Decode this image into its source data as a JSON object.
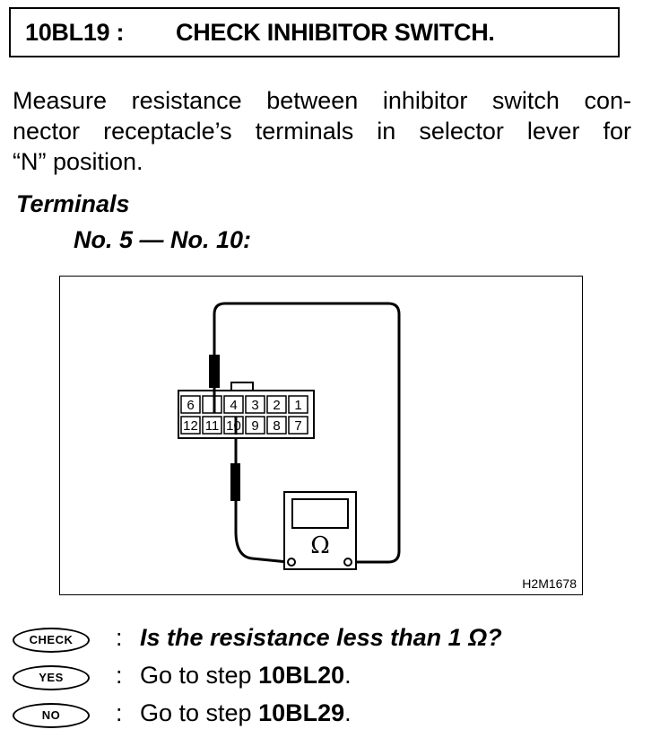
{
  "header": {
    "code": "10BL19 :",
    "title": "CHECK INHIBITOR SWITCH."
  },
  "intro": {
    "line1": "Measure resistance between inhibitor switch con-",
    "line2": "nector receptacle’s terminals in selector lever for",
    "line3": "“N” position."
  },
  "terminals": {
    "heading": "Terminals",
    "value": "No. 5 — No. 10:"
  },
  "figure": {
    "connector_top_row": [
      "6",
      "",
      "4",
      "3",
      "2",
      "1"
    ],
    "connector_bottom_row": [
      "12",
      "11",
      "10",
      "9",
      "8",
      "7"
    ],
    "meter_symbol": "Ω",
    "figure_code": "H2M1678"
  },
  "qa": {
    "check_badge": "CHECK",
    "yes_badge": "YES",
    "no_badge": "NO",
    "separator": ":",
    "check_question": "Is the resistance less than 1 Ω?",
    "yes_prefix": "Go to step ",
    "yes_step": "10BL20",
    "yes_suffix": ".",
    "no_prefix": "Go to step ",
    "no_step": "10BL29",
    "no_suffix": "."
  }
}
